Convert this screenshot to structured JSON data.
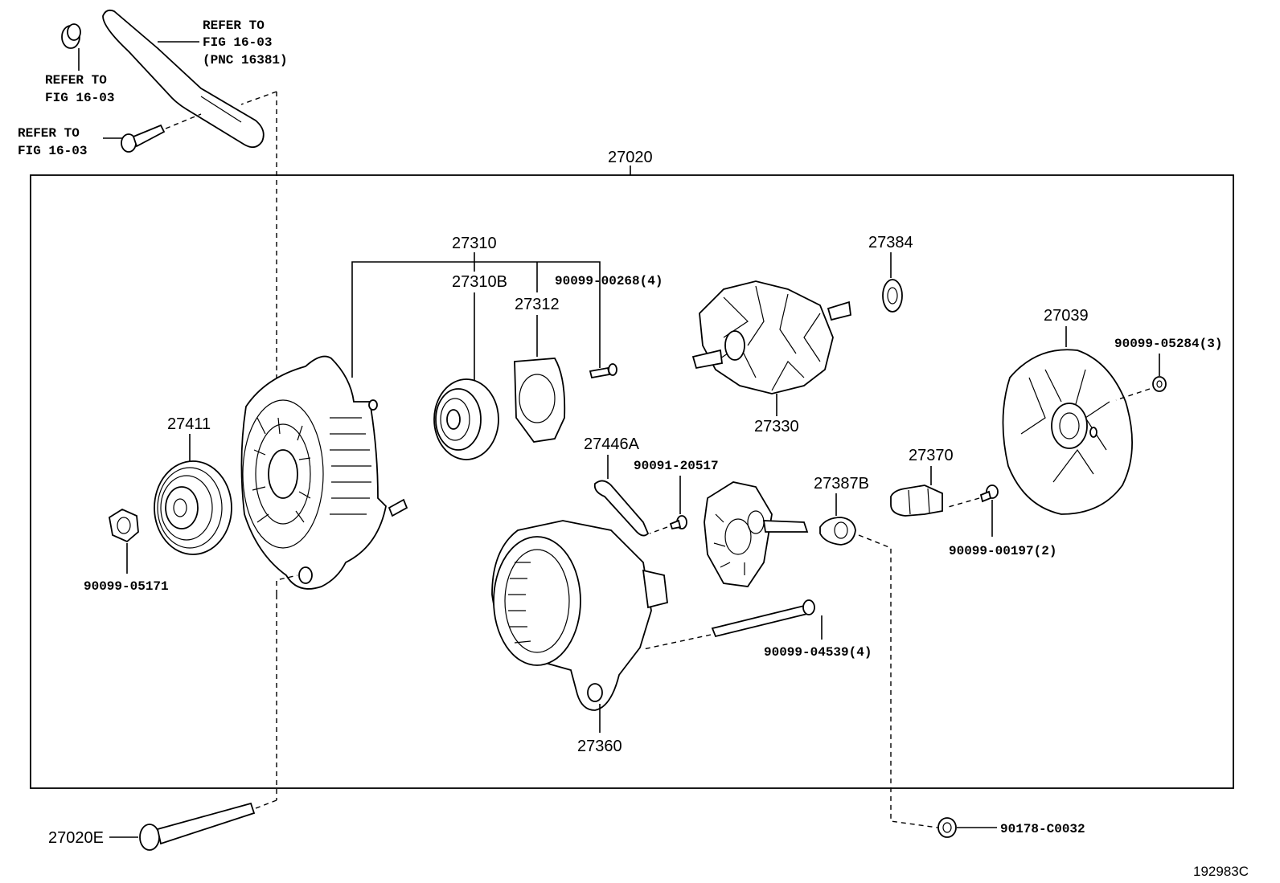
{
  "refs": {
    "bracket": [
      "REFER TO",
      "FIG 16-03",
      "(PNC 16381)"
    ],
    "nut": [
      "REFER TO",
      "FIG 16-03"
    ],
    "bolt": [
      "REFER TO",
      "FIG 16-03"
    ]
  },
  "assembly_label": "27020",
  "parts": {
    "p27310": "27310",
    "p27310B": "27310B",
    "p27312": "27312",
    "p90099_00268": "90099-00268(4)",
    "p27384": "27384",
    "p27330": "27330",
    "p27039": "27039",
    "p90099_05284": "90099-05284(3)",
    "p27411": "27411",
    "p90099_05171": "90099-05171",
    "p27446A": "27446A",
    "p90091_20517": "90091-20517",
    "p27370": "27370",
    "p27387B": "27387B",
    "p90099_00197": "90099-00197(2)",
    "p90099_04539": "90099-04539(4)",
    "p27360": "27360",
    "p27020E": "27020E",
    "p90178_C0032": "90178-C0032"
  },
  "figure_id": "192983C"
}
